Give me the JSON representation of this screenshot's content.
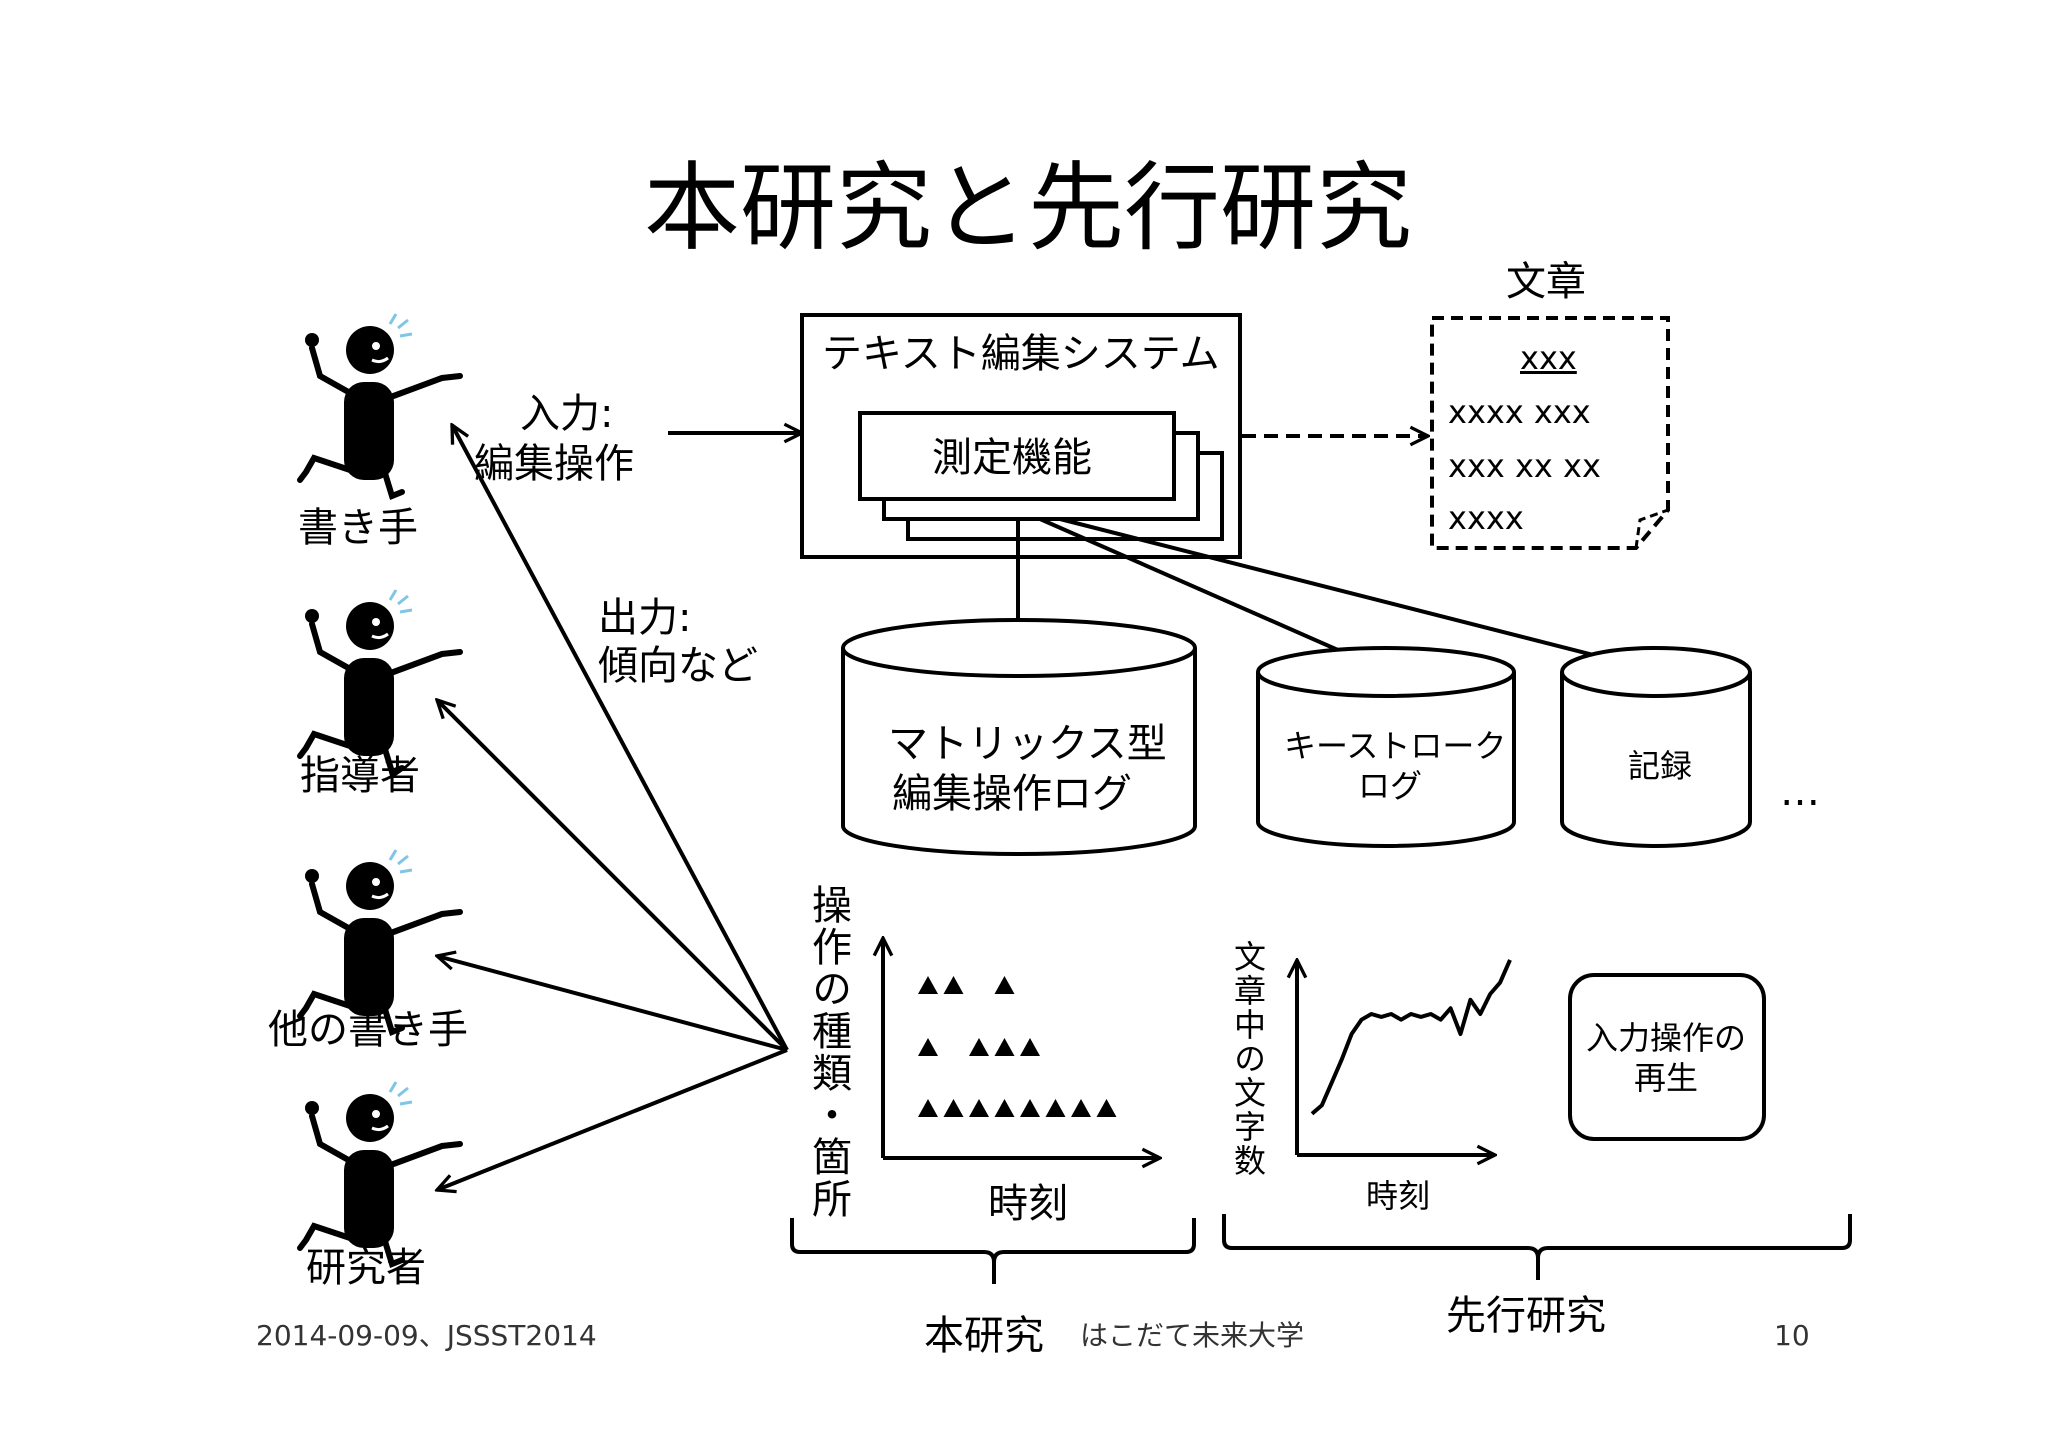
{
  "title": "本研究と先行研究",
  "actors": [
    {
      "label": "書き手"
    },
    {
      "label": "指導者"
    },
    {
      "label": "他の書き手"
    },
    {
      "label": "研究者"
    }
  ],
  "input_label": {
    "line1": "入力:",
    "line2": "編集操作"
  },
  "output_label": {
    "line1": "出力:",
    "line2": "傾向など"
  },
  "system": {
    "title": "テキスト編集システム",
    "module": "測定機能"
  },
  "document": {
    "title": "文章",
    "lines": [
      "xxx",
      "xxxx xxx",
      "xxx xx xx",
      "xxxx"
    ]
  },
  "databases": [
    {
      "line1": "マトリックス型",
      "line2": "編集操作ログ"
    },
    {
      "line1": "キーストローク",
      "line2": "ログ"
    },
    {
      "line1": "記録",
      "line2": ""
    }
  ],
  "ellipsis": "…",
  "chart_main": {
    "ylabel": "操作の種類・箇所",
    "xlabel": "時刻"
  },
  "chart_prior": {
    "ylabel": "文章中の文字数",
    "xlabel": "時刻"
  },
  "replay_box": {
    "line1": "入力操作の",
    "line2": "再生"
  },
  "brace_labels": {
    "main": "本研究",
    "prior": "先行研究"
  },
  "footer": {
    "date": "2014-09-09、JSSST2014",
    "org": "はこだて未来大学",
    "page": "10"
  },
  "chart_data": [
    {
      "type": "scatter",
      "xlabel": "時刻",
      "ylabel": "操作の種類・箇所",
      "marker": "triangle",
      "rows": [
        {
          "row": 3,
          "x": [
            1,
            2,
            4
          ]
        },
        {
          "row": 2,
          "x": [
            1,
            3,
            4,
            5
          ]
        },
        {
          "row": 1,
          "x": [
            1,
            2,
            3,
            4,
            5,
            6,
            7,
            8
          ]
        }
      ]
    },
    {
      "type": "line",
      "xlabel": "時刻",
      "ylabel": "文章中の文字数",
      "x": [
        0,
        1,
        2,
        3,
        4,
        5,
        6,
        7,
        8,
        9,
        10,
        11,
        12,
        13,
        14,
        15,
        16,
        17,
        18,
        19,
        20
      ],
      "y": [
        5,
        8,
        16,
        24,
        33,
        38,
        40,
        39,
        40,
        38,
        40,
        39,
        40,
        38,
        42,
        33,
        45,
        40,
        47,
        51,
        59
      ]
    }
  ]
}
